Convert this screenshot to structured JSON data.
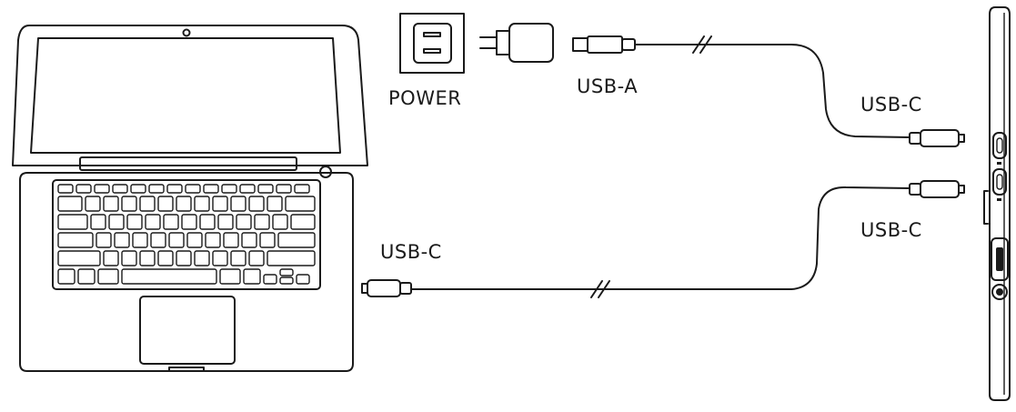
{
  "labels": {
    "power": "POWER",
    "usb_a": "USB-A",
    "usb_c_device_top": "USB-C",
    "usb_c_device_bottom": "USB-C",
    "usb_c_laptop": "USB-C"
  }
}
